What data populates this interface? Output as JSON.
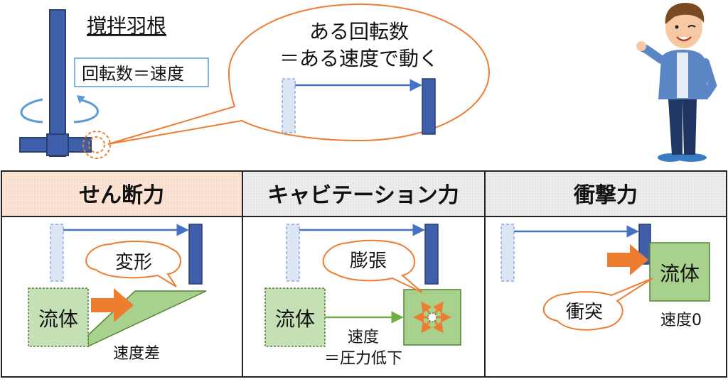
{
  "top": {
    "impeller_title": "撹拌羽根",
    "rpm_label": "回転数＝速度",
    "bubble_line1": "ある回転数",
    "bubble_line2": "＝ある速度で動く"
  },
  "panels": [
    {
      "header": "せん断力",
      "header_color": "#fbe3d6",
      "callout": "変形",
      "fluid": "流体",
      "caption": "速度差"
    },
    {
      "header": "キャビテーション力",
      "header_color": "#e6e6e6",
      "callout": "膨張",
      "fluid": "流体",
      "caption_line1": "速度",
      "caption_line2": "＝圧力低下"
    },
    {
      "header": "衝撃力",
      "header_color": "#e6e6e6",
      "callout": "衝突",
      "fluid": "流体",
      "caption": "速度0"
    }
  ],
  "colors": {
    "blade": "#3f5faa",
    "blade_ghost": "#dbe5f3",
    "arrow_blue": "#4472c4",
    "orange": "#ed7d31",
    "green_fill": "#a9d18e",
    "green_stroke": "#548235",
    "callout_stroke": "#ed7d31"
  },
  "icons": [
    "person-illustration",
    "rotation-arrow-icon",
    "burst-icon"
  ]
}
